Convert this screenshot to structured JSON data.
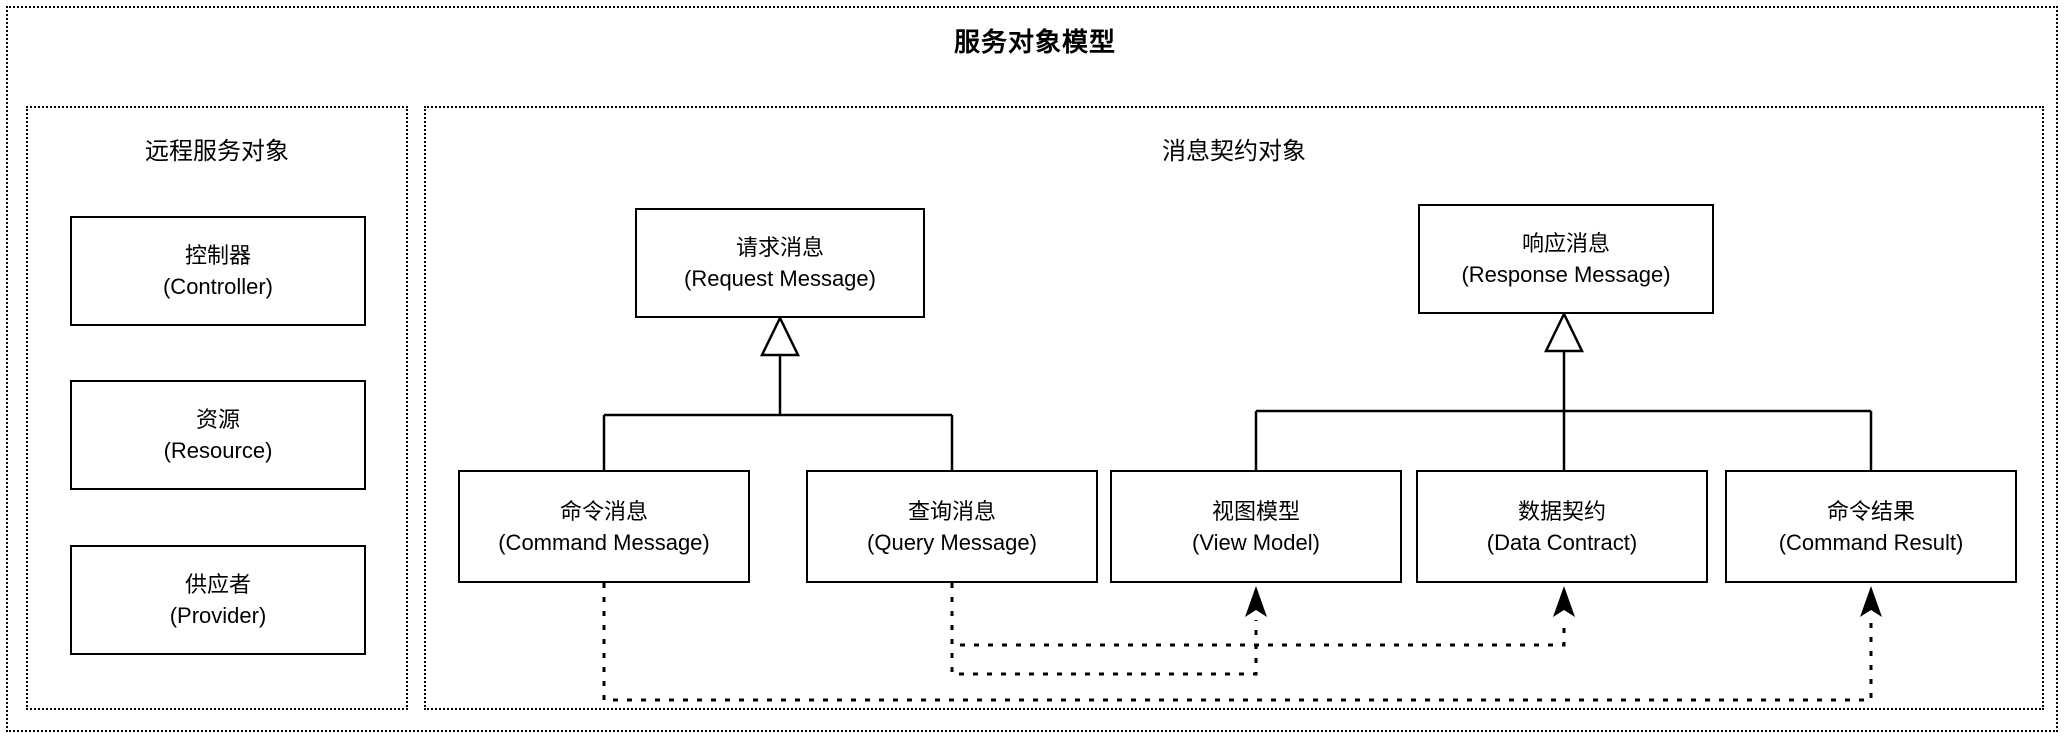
{
  "diagram": {
    "title": "服务对象模型",
    "type": "uml-class-diagram",
    "groups": [
      {
        "id": "remote-service-objects",
        "title": "远程服务对象",
        "nodes": [
          {
            "id": "controller",
            "cn": "控制器",
            "en": "(Controller)"
          },
          {
            "id": "resource",
            "cn": "资源",
            "en": "(Resource)"
          },
          {
            "id": "provider",
            "cn": "供应者",
            "en": "(Provider)"
          }
        ]
      },
      {
        "id": "message-contract-objects",
        "title": "消息契约对象",
        "nodes": [
          {
            "id": "request-message",
            "cn": "请求消息",
            "en": "(Request Message)"
          },
          {
            "id": "response-message",
            "cn": "响应消息",
            "en": "(Response Message)"
          },
          {
            "id": "command-message",
            "cn": "命令消息",
            "en": "(Command Message)"
          },
          {
            "id": "query-message",
            "cn": "查询消息",
            "en": "(Query Message)"
          },
          {
            "id": "view-model",
            "cn": "视图模型",
            "en": "(View Model)"
          },
          {
            "id": "data-contract",
            "cn": "数据契约",
            "en": "(Data Contract)"
          },
          {
            "id": "command-result",
            "cn": "命令结果",
            "en": "(Command Result)"
          }
        ]
      }
    ],
    "relations": [
      {
        "kind": "generalization",
        "from": "command-message",
        "to": "request-message"
      },
      {
        "kind": "generalization",
        "from": "query-message",
        "to": "request-message"
      },
      {
        "kind": "generalization",
        "from": "view-model",
        "to": "response-message"
      },
      {
        "kind": "generalization",
        "from": "data-contract",
        "to": "response-message"
      },
      {
        "kind": "generalization",
        "from": "command-result",
        "to": "response-message"
      },
      {
        "kind": "dependency",
        "from": "query-message",
        "to": "view-model"
      },
      {
        "kind": "dependency",
        "from": "query-message",
        "to": "data-contract"
      },
      {
        "kind": "dependency",
        "from": "command-message",
        "to": "command-result"
      }
    ],
    "colors": {
      "stroke": "#000000",
      "fill": "#ffffff",
      "background": "#ffffff"
    }
  }
}
